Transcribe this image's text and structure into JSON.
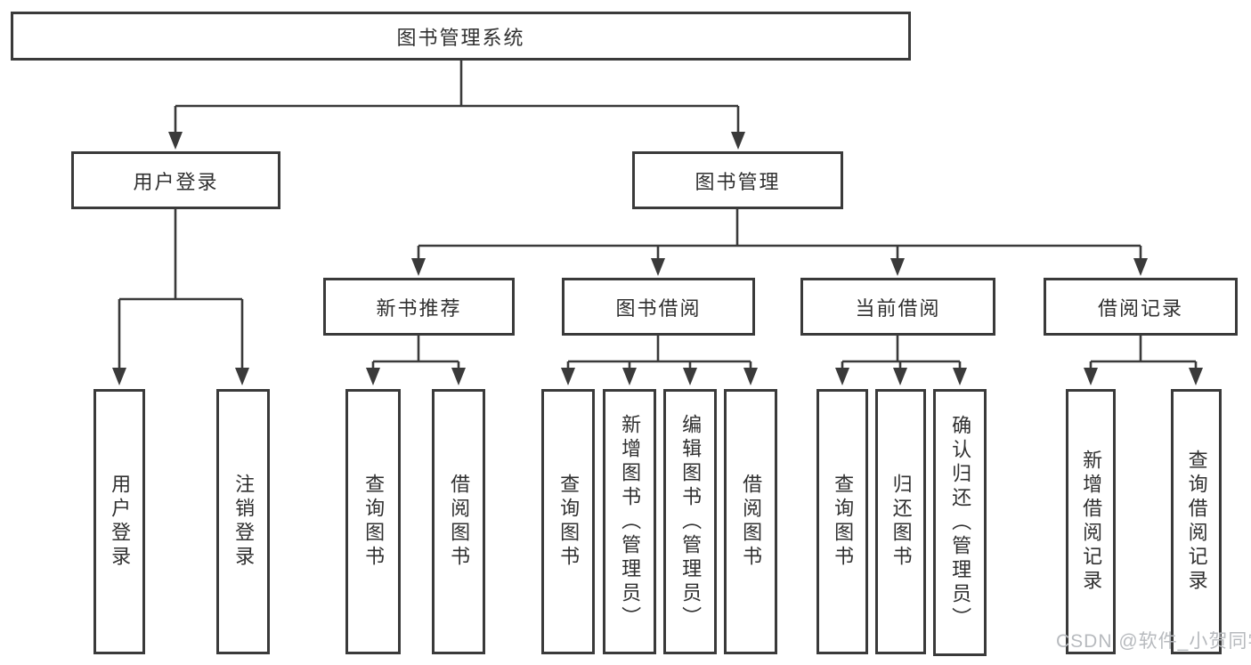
{
  "colors": {
    "line": "#3a3a3a",
    "text": "#303030",
    "box_fill": "#ffffff",
    "background": "#ffffff",
    "watermark": "#b7babe"
  },
  "diagram": {
    "root": {
      "label": "图书管理系统"
    },
    "level2": [
      {
        "label": "用户登录"
      },
      {
        "label": "图书管理"
      }
    ],
    "level3": [
      {
        "label": "新书推荐"
      },
      {
        "label": "图书借阅"
      },
      {
        "label": "当前借阅"
      },
      {
        "label": "借阅记录"
      }
    ],
    "leaves": {
      "user_login": [
        {
          "label": "用户登录"
        },
        {
          "label": "注销登录"
        }
      ],
      "new_book": [
        {
          "label": "查询图书"
        },
        {
          "label": "借阅图书"
        }
      ],
      "book_borrow": [
        {
          "label": "查询图书"
        },
        {
          "label": "新增图书（管理员）"
        },
        {
          "label": "编辑图书（管理员）"
        },
        {
          "label": "借阅图书"
        }
      ],
      "current_borrow": [
        {
          "label": "查询图书"
        },
        {
          "label": "归还图书"
        },
        {
          "label": "确认归还（管理员）"
        }
      ],
      "borrow_records": [
        {
          "label": "新增借阅记录"
        },
        {
          "label": "查询借阅记录"
        }
      ]
    }
  },
  "watermark": {
    "text": "CSDN @软件_小贺同学"
  }
}
